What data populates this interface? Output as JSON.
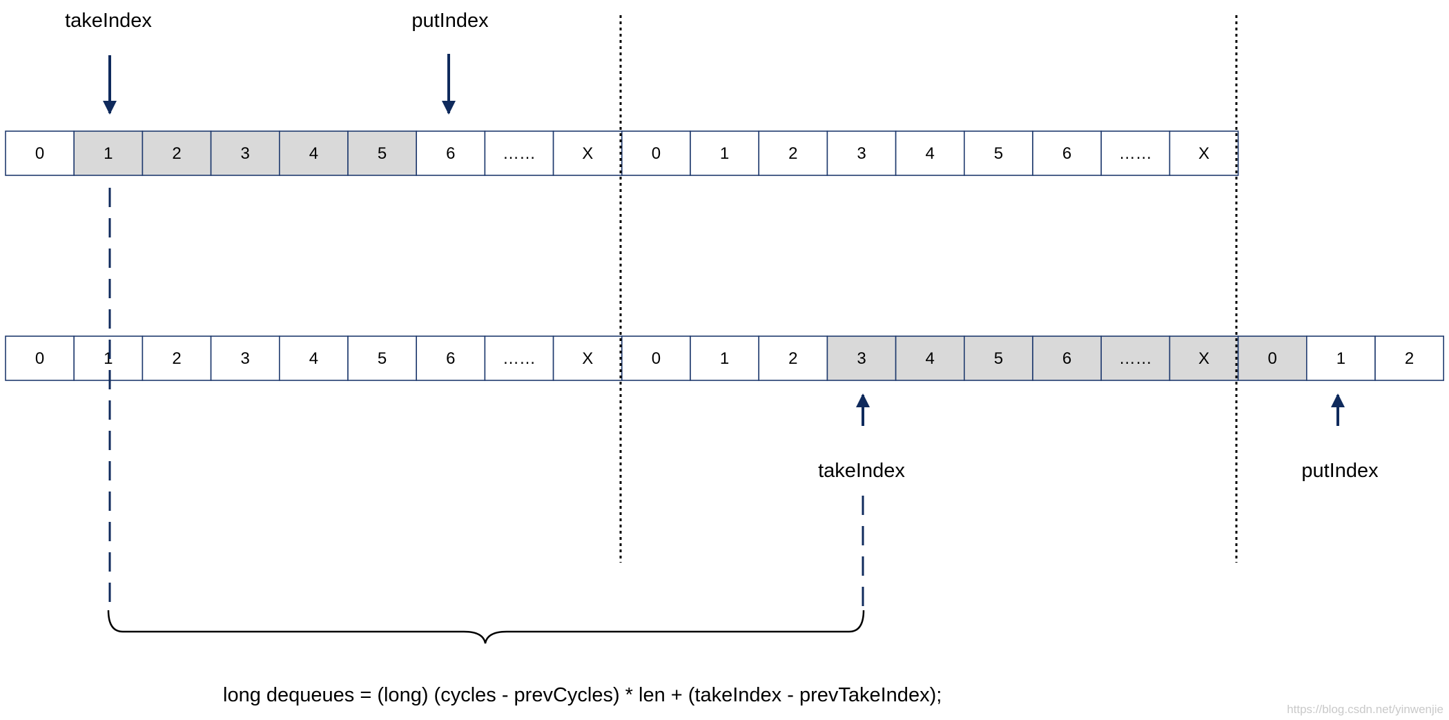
{
  "colors": {
    "navy": "#0f2a5c",
    "cell_border": "#1f3a6e",
    "cell_shade": "#d9d9d9",
    "cell_fill": "#ffffff",
    "guide": "#000000"
  },
  "top_row": {
    "cells": [
      {
        "label": "0",
        "shaded": false
      },
      {
        "label": "1",
        "shaded": true
      },
      {
        "label": "2",
        "shaded": true
      },
      {
        "label": "3",
        "shaded": true
      },
      {
        "label": "4",
        "shaded": true
      },
      {
        "label": "5",
        "shaded": true
      },
      {
        "label": "6",
        "shaded": false
      },
      {
        "label": "……",
        "shaded": false
      },
      {
        "label": "X",
        "shaded": false
      },
      {
        "label": "0",
        "shaded": false
      },
      {
        "label": "1",
        "shaded": false
      },
      {
        "label": "2",
        "shaded": false
      },
      {
        "label": "3",
        "shaded": false
      },
      {
        "label": "4",
        "shaded": false
      },
      {
        "label": "5",
        "shaded": false
      },
      {
        "label": "6",
        "shaded": false
      },
      {
        "label": "……",
        "shaded": false
      },
      {
        "label": "X",
        "shaded": false
      }
    ],
    "take_label": "takeIndex",
    "put_label": "putIndex"
  },
  "bottom_row": {
    "cells": [
      {
        "label": "0",
        "shaded": false
      },
      {
        "label": "1",
        "shaded": false
      },
      {
        "label": "2",
        "shaded": false
      },
      {
        "label": "3",
        "shaded": false
      },
      {
        "label": "4",
        "shaded": false
      },
      {
        "label": "5",
        "shaded": false
      },
      {
        "label": "6",
        "shaded": false
      },
      {
        "label": "……",
        "shaded": false
      },
      {
        "label": "X",
        "shaded": false
      },
      {
        "label": "0",
        "shaded": false
      },
      {
        "label": "1",
        "shaded": false
      },
      {
        "label": "2",
        "shaded": false
      },
      {
        "label": "3",
        "shaded": true
      },
      {
        "label": "4",
        "shaded": true
      },
      {
        "label": "5",
        "shaded": true
      },
      {
        "label": "6",
        "shaded": true
      },
      {
        "label": "……",
        "shaded": true
      },
      {
        "label": "X",
        "shaded": true
      },
      {
        "label": "0",
        "shaded": true
      },
      {
        "label": "1",
        "shaded": false
      },
      {
        "label": "2",
        "shaded": false
      }
    ],
    "take_label": "takeIndex",
    "put_label": "putIndex"
  },
  "formula": "long dequeues = (long) (cycles - prevCycles) * len + (takeIndex - prevTakeIndex);",
  "watermark": "https://blog.csdn.net/yinwenjie"
}
